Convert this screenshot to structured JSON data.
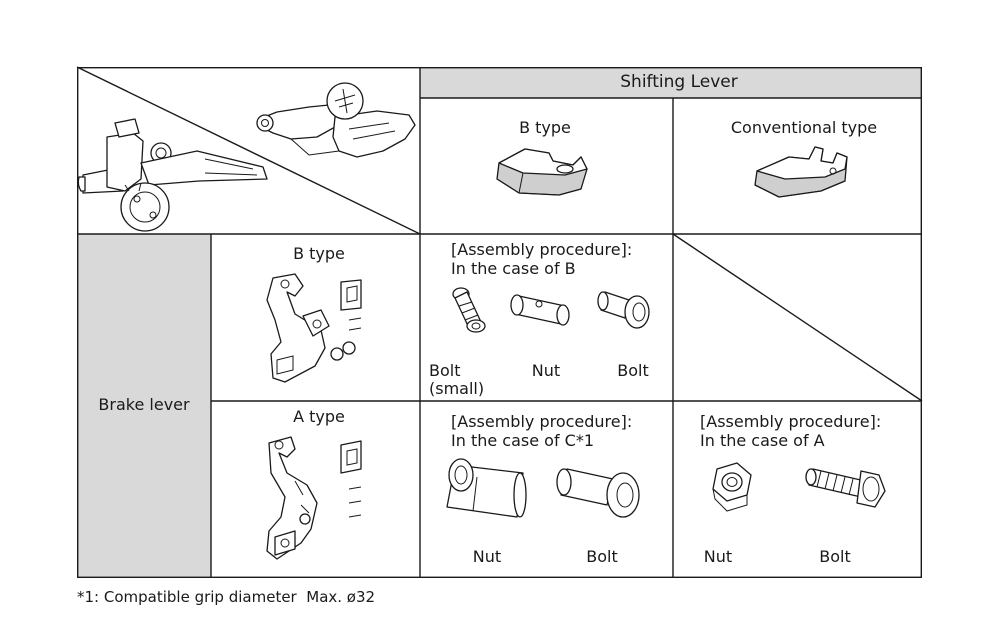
{
  "table": {
    "header": {
      "shifting_lever": "Shifting Lever",
      "b_type": "B type",
      "conventional_type": "Conventional type"
    },
    "brake_lever": {
      "label": "Brake lever",
      "b_type": "B type",
      "a_type": "A type"
    },
    "cells": {
      "b_b": {
        "title_line1": "[Assembly procedure]:",
        "title_line2": "In the case of B",
        "parts": [
          "Bolt",
          "(small)",
          "Nut",
          "Bolt"
        ]
      },
      "a_b": {
        "title_line1": "[Assembly procedure]:",
        "title_line2": "In the case of C*1",
        "parts": [
          "Nut",
          "Bolt"
        ]
      },
      "a_conv": {
        "title_line1": "[Assembly procedure]:",
        "title_line2": "In the case of A",
        "parts": [
          "Nut",
          "Bolt"
        ]
      }
    }
  },
  "footnote": "*1: Compatible grip diameter  Max. ø32"
}
